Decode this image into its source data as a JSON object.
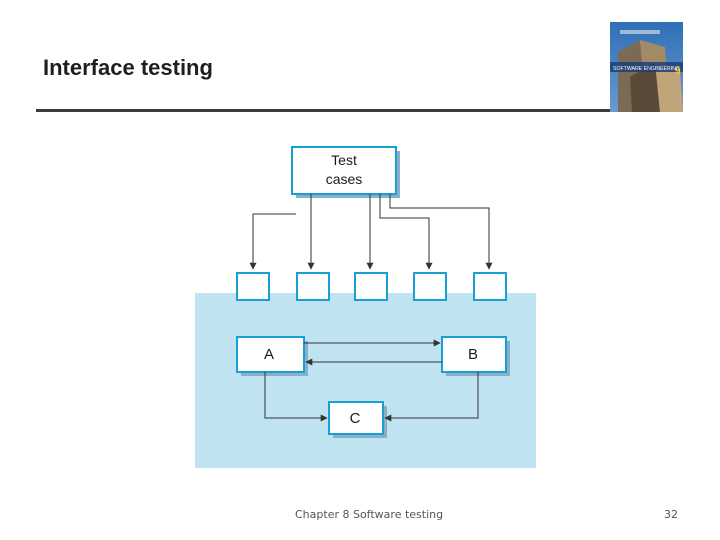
{
  "slide": {
    "title": "Interface testing",
    "footer": "Chapter 8 Software testing",
    "page_number": "32"
  },
  "book_cover": {
    "title_text": "SOFTWARE ENGINEERING",
    "edition": "9"
  },
  "diagram": {
    "test_cases_line1": "Test",
    "test_cases_line2": "cases",
    "component_a": "A",
    "component_b": "B",
    "component_c": "C"
  },
  "colors": {
    "box_fill": "#ffffff",
    "box_border": "#1a9fd4",
    "box_shadow": "#88b0c8",
    "subsystem_fill": "#bfe3f0",
    "arrow": "#333333"
  }
}
